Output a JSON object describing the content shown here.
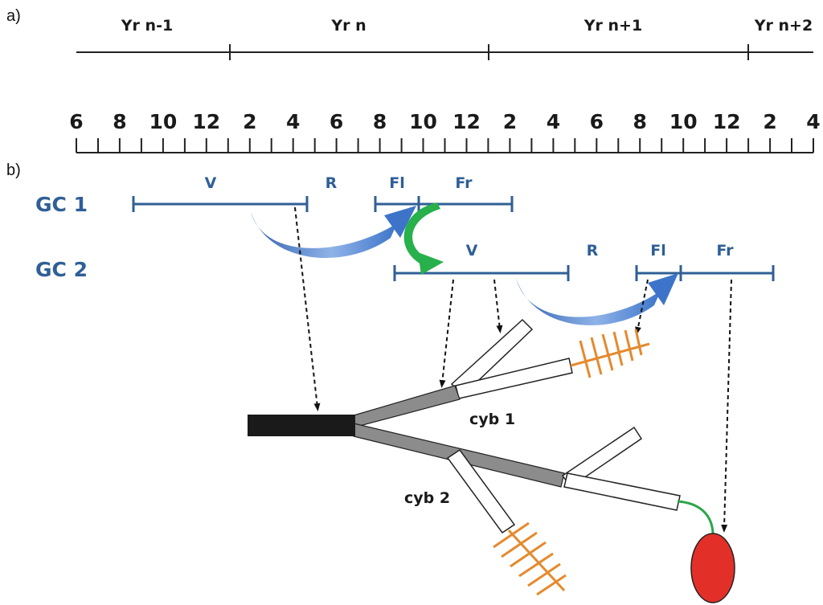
{
  "panels": {
    "a": "a)",
    "b": "b)"
  },
  "years": [
    "Yr n-1",
    "Yr n",
    "Yr n+1",
    "Yr n+2"
  ],
  "months": [
    "6",
    "8",
    "10",
    "12",
    "2",
    "4",
    "6",
    "8",
    "10",
    "12",
    "2",
    "4",
    "6",
    "8",
    "10",
    "12",
    "2",
    "4"
  ],
  "growth_cycles": [
    {
      "label": "GC 1",
      "phases": [
        "V",
        "R",
        "Fl",
        "Fr"
      ]
    },
    {
      "label": "GC 2",
      "phases": [
        "V",
        "R",
        "Fl",
        "Fr"
      ]
    }
  ],
  "cyb_labels": [
    "cyb 1",
    "cyb 2"
  ],
  "colors": {
    "gc_blue": "#2f5f96",
    "arrow_blue": "#4a7fd0",
    "arrow_green": "#27b04b",
    "inflorescence_orange": "#e58a2e",
    "fruit_red": "#e23028",
    "stem_black": "#1a1a1a",
    "stem_grey": "#8c8c8c",
    "stalk_green": "#2aa64a"
  }
}
